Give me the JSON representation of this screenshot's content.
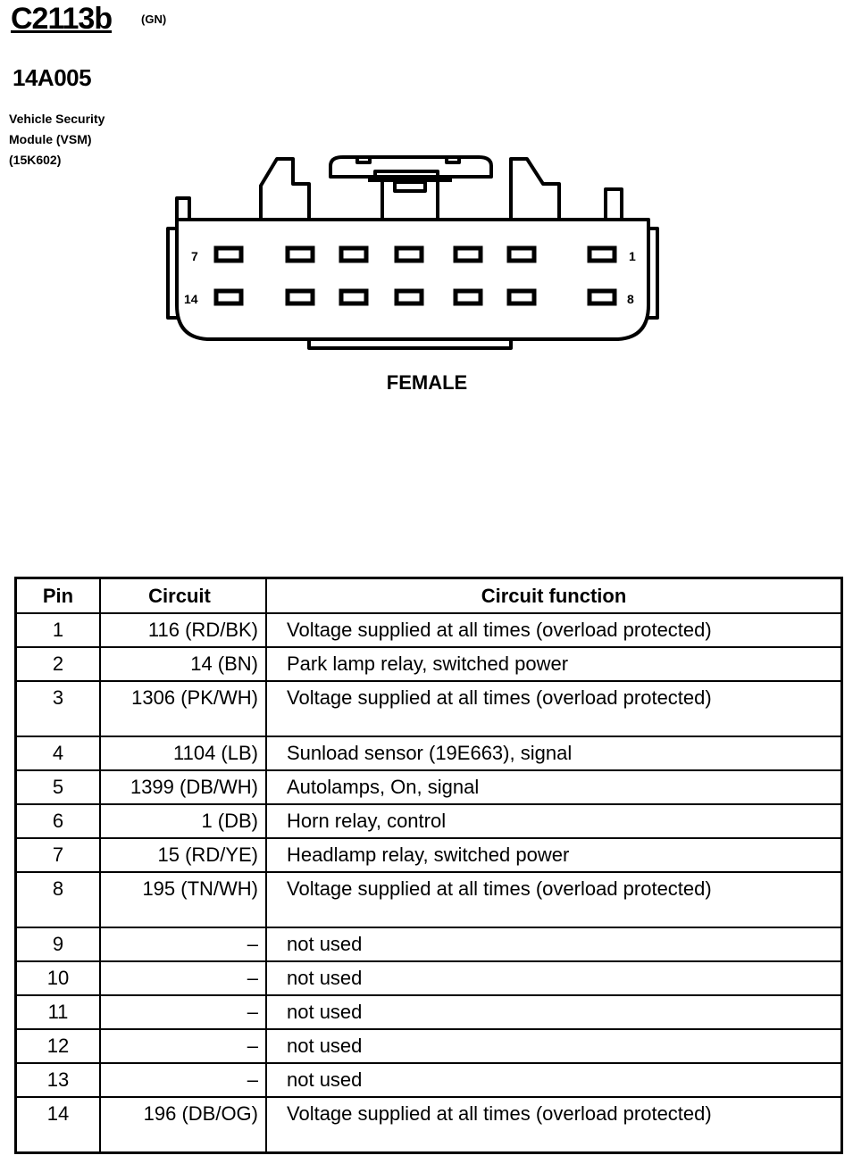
{
  "header": {
    "connector_id": "C2113b",
    "connector_color": "(GN)",
    "part_number": "14A005",
    "description_lines": [
      "Vehicle Security",
      "Module (VSM)",
      "(15K602)"
    ]
  },
  "connector": {
    "gender_label": "FEMALE",
    "pin_labels": {
      "top_left": "7",
      "top_right": "1",
      "bottom_left": "14",
      "bottom_right": "8"
    }
  },
  "table": {
    "headers": {
      "pin": "Pin",
      "circuit": "Circuit",
      "function": "Circuit function"
    },
    "rows": [
      {
        "pin": "1",
        "circuit": "116 (RD/BK)",
        "function": "Voltage supplied at all times (overload protected)",
        "tall": false
      },
      {
        "pin": "2",
        "circuit": "14 (BN)",
        "function": "Park lamp relay, switched power",
        "tall": false
      },
      {
        "pin": "3",
        "circuit": "1306 (PK/WH)",
        "function": "Voltage supplied at all times (overload protected)",
        "tall": true
      },
      {
        "pin": "4",
        "circuit": "1104 (LB)",
        "function": "Sunload sensor (19E663), signal",
        "tall": false
      },
      {
        "pin": "5",
        "circuit": "1399 (DB/WH)",
        "function": "Autolamps, On, signal",
        "tall": false
      },
      {
        "pin": "6",
        "circuit": "1 (DB)",
        "function": "Horn relay, control",
        "tall": false
      },
      {
        "pin": "7",
        "circuit": "15 (RD/YE)",
        "function": "Headlamp relay, switched power",
        "tall": false
      },
      {
        "pin": "8",
        "circuit": "195 (TN/WH)",
        "function": "Voltage supplied at all times (overload protected)",
        "tall": true
      },
      {
        "pin": "9",
        "circuit": "–",
        "function": "not used",
        "tall": false
      },
      {
        "pin": "10",
        "circuit": "–",
        "function": "not used",
        "tall": false
      },
      {
        "pin": "11",
        "circuit": "–",
        "function": "not used",
        "tall": false
      },
      {
        "pin": "12",
        "circuit": "–",
        "function": "not used",
        "tall": false
      },
      {
        "pin": "13",
        "circuit": "–",
        "function": "not used",
        "tall": false
      },
      {
        "pin": "14",
        "circuit": "196 (DB/OG)",
        "function": "Voltage supplied at all times (overload protected)",
        "tall": true
      }
    ]
  }
}
